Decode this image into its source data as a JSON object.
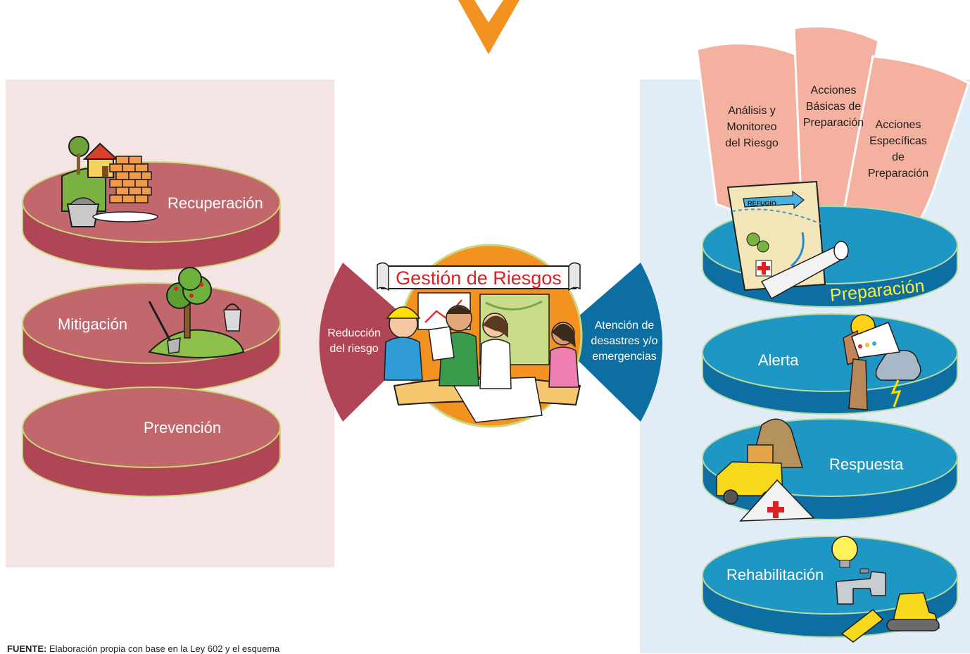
{
  "reduction": {
    "label_line1": "Reducción",
    "label_line2": "del riesgo",
    "disks": [
      {
        "label": "Recuperación",
        "icon": "house-bricks-icon"
      },
      {
        "label": "Mitigación",
        "icon": "tree-shovel-icon"
      },
      {
        "label": "Prevención",
        "icon": ""
      }
    ]
  },
  "center": {
    "title": "Gestión de Riesgos",
    "illustration": "people-planning-icon"
  },
  "attention": {
    "label_line1": "Atención de",
    "label_line2": "desastres y/o",
    "label_line3": "emergencias",
    "disks": [
      {
        "label": "Preparación",
        "icon": "map-refugio-icon"
      },
      {
        "label": "Alerta",
        "icon": "megaphone-storm-icon"
      },
      {
        "label": "Respuesta",
        "icon": "truck-tent-icon"
      },
      {
        "label": "Rehabilitación",
        "icon": "bulb-tap-bulldozer-icon"
      }
    ]
  },
  "preparation_actions": [
    {
      "lines": [
        "Análisis y",
        "Monitoreo",
        "del Riesgo"
      ]
    },
    {
      "lines": [
        "Acciones",
        "Básicas de",
        "Preparación"
      ]
    },
    {
      "lines": [
        "Acciones",
        "Específicas",
        "de",
        "Preparación"
      ]
    }
  ],
  "map_label": "REFUGIO",
  "footer": {
    "source_label": "FUENTE:",
    "source_text": "Elaboración propia con base en la Ley 602 y el esquema"
  },
  "colors": {
    "red_panel": "#f4e4e4",
    "red_disk": "#c2686d",
    "red_disk_dark": "#b04556",
    "red_outline": "#c9d879",
    "blue_panel": "#e0ecf6",
    "blue_disk": "#1f97c4",
    "blue_disk_dark": "#0d6fa1",
    "blue_outline": "#b6d9a3",
    "orange": "#f39121",
    "salmon": "#f5b1a0",
    "yellow": "#ffef33",
    "title_red": "#e01e22"
  }
}
